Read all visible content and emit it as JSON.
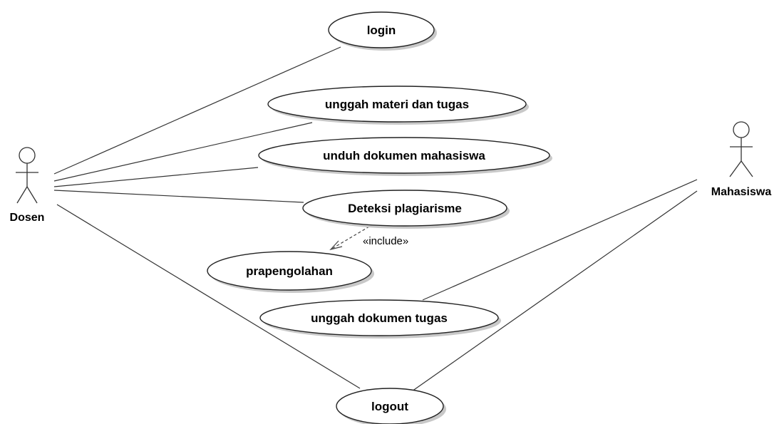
{
  "actors": {
    "dosen": {
      "label": "Dosen"
    },
    "mahasiswa": {
      "label": "Mahasiswa"
    }
  },
  "use_cases": {
    "login": "login",
    "unggah_materi": "unggah materi dan tugas",
    "unduh_dokumen": "unduh dokumen mahasiswa",
    "deteksi": "Deteksi plagiarisme",
    "prapengolahan": "prapengolahan",
    "unggah_dokumen": "unggah dokumen tugas",
    "logout": "logout"
  },
  "relations": {
    "include_label": "«include»"
  }
}
